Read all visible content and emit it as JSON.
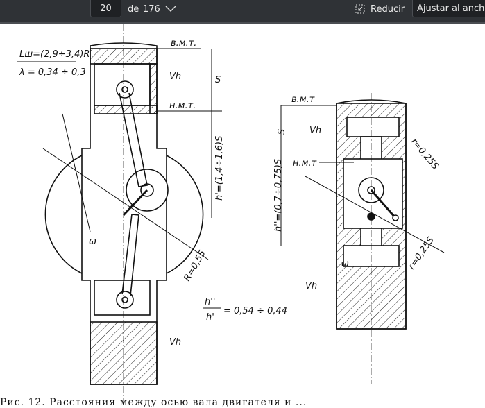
{
  "toolbar": {
    "prev_icon": "chevron-up-icon",
    "next_icon": "chevron-down-icon",
    "page_current": "20",
    "page_of": "de",
    "page_total": "176",
    "zoom_out_icon": "shrink-icon",
    "zoom_out_label": "Reducir",
    "fit_label": "Ajustar al ancho"
  },
  "figure": {
    "left": {
      "lsh": "Lш=(2,9÷3,4)R",
      "lambda": "λ = 0,34 ÷ 0,3",
      "tdc": "в.м.т.",
      "bdc": "н.м.т.",
      "vh_top": "Vh",
      "vh_bottom": "Vh",
      "stroke": "S",
      "h1": "h'=(1,4÷1,6)S",
      "omega": "ω",
      "radius": "R=0,55",
      "ratio_num": "h''",
      "ratio_den": "h'",
      "ratio_val": "= 0,54 ÷ 0,44"
    },
    "right": {
      "tdc": "в.м.т",
      "bdc": "н.м.т",
      "stroke": "S",
      "h2": "h''=(0,7÷0,75)S",
      "r1": "r=0,25S",
      "r2": "r=0,25S",
      "vh_top": "Vh",
      "vh_bottom": "Vh",
      "omega": "ω"
    },
    "caption": "Рис. 12. Расстояния между осью вала двигателя и ..."
  }
}
